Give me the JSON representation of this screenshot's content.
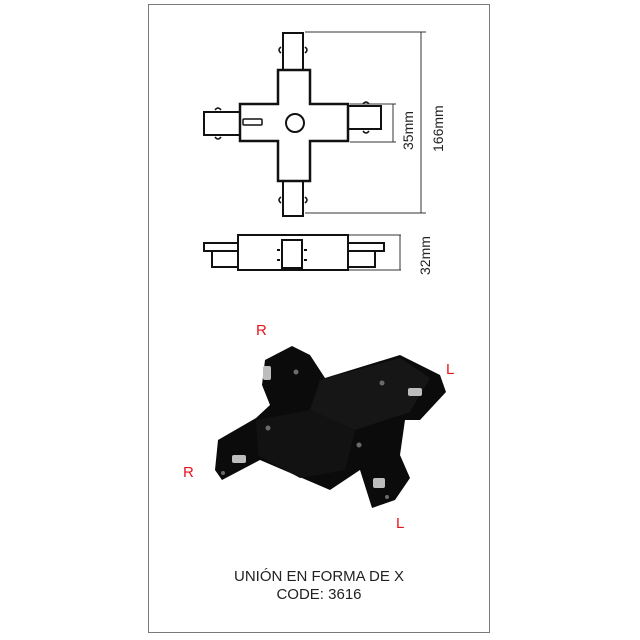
{
  "top_view": {
    "dim_width": "35mm",
    "dim_height": "166mm"
  },
  "side_view": {
    "dim_height": "32mm"
  },
  "photo": {
    "labels": [
      "R",
      "L",
      "R",
      "L"
    ]
  },
  "caption": {
    "title": "UNIÓN EN FORMA DE X",
    "code": "CODE: 3616"
  },
  "colors": {
    "label_red": "#e8141c",
    "line": "#111111",
    "frame": "#7a7a7a"
  }
}
